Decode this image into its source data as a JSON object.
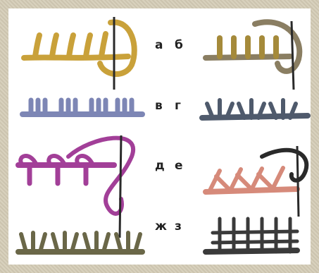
{
  "panel_labels": [
    [
      "а",
      "б"
    ],
    [
      "в",
      "г"
    ],
    [
      "д",
      "е"
    ],
    [
      "ж",
      "з"
    ]
  ],
  "colors": {
    "a": "#c9a13a",
    "b": "#8a7e62",
    "v": "#7d86b5",
    "g": "#4f5a6c",
    "d": "#a23f98",
    "e": "#d68a7a",
    "zh": "#6a6748",
    "z": "#3a3a3a",
    "needle": "#2a2a2a",
    "background": "#d4ccb6"
  }
}
